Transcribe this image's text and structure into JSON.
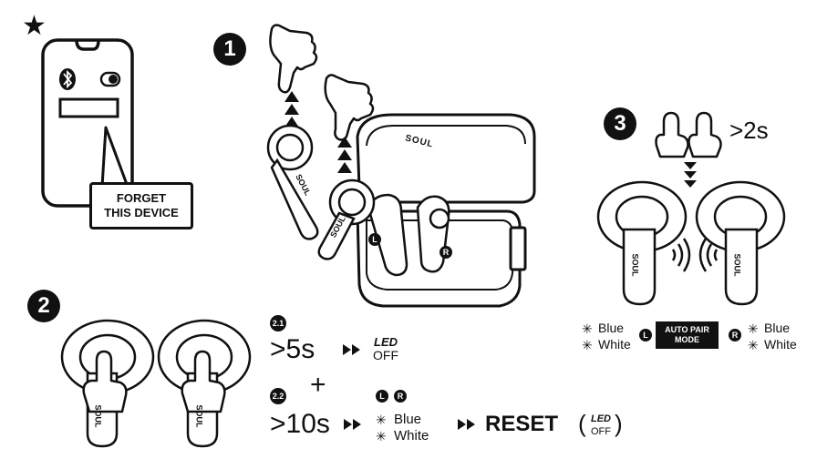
{
  "star": "★",
  "phone": {
    "callout_line1": "FORGET",
    "callout_line2": "THIS DEVICE"
  },
  "steps": {
    "s1": {
      "badge": "1"
    },
    "s2": {
      "badge": "2",
      "sub1": {
        "badge": "2.1",
        "duration": ">5s",
        "led": "LED",
        "state": "OFF"
      },
      "plus": "+",
      "sub2": {
        "badge": "2.2",
        "duration": ">10s",
        "left": "L",
        "right": "R",
        "color1": "Blue",
        "color2": "White",
        "result": "RESET",
        "led": "LED",
        "state": "OFF"
      }
    },
    "s3": {
      "badge": "3",
      "duration": ">2s",
      "mode_line1": "AUTO PAIR",
      "mode_line2": "MODE",
      "left": "L",
      "right": "R",
      "color1": "Blue",
      "color2": "White"
    }
  },
  "brand": "SOUL",
  "earbud_left": "L",
  "earbud_right": "R",
  "icons": [
    "star-icon",
    "bluetooth-icon",
    "toggle-icon",
    "hand-pointer-icon",
    "arrow-up-icon",
    "arrow-down-icon",
    "fast-forward-icon",
    "sparkle-icon",
    "sound-wave-icon",
    "charging-case",
    "earbud"
  ]
}
